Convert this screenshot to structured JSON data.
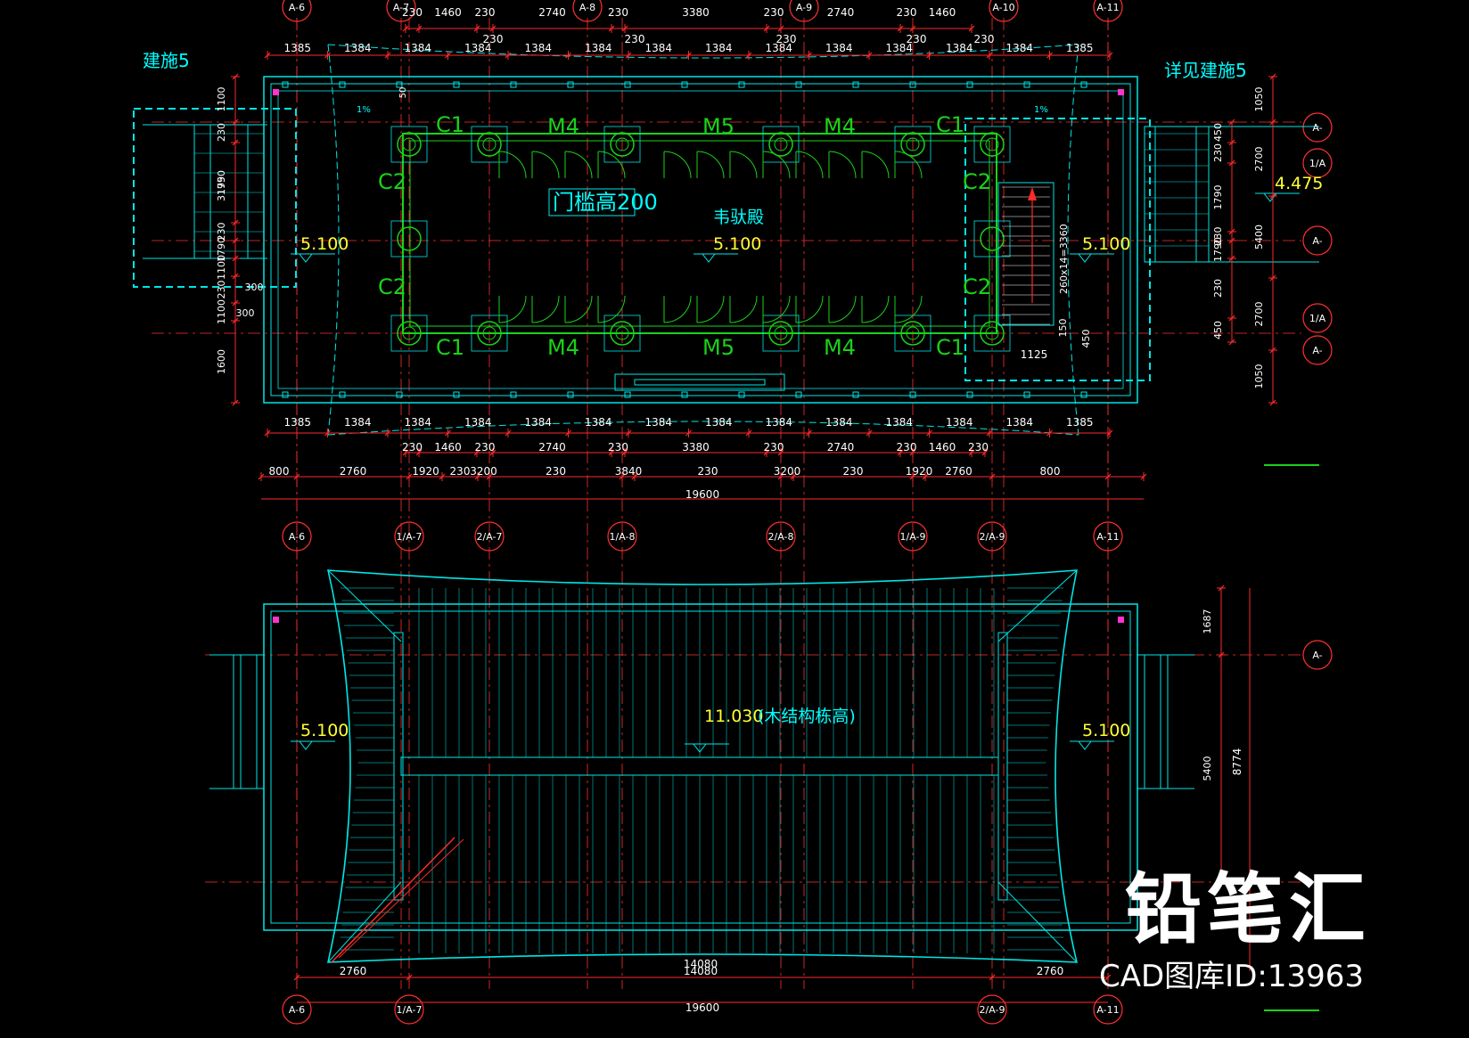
{
  "plan": {
    "hall_name": "韦驮殿",
    "threshold_note": "门槛高200",
    "ref_left": "建施5",
    "ref_right": "详见建施5",
    "stair_note": "260x14=3360",
    "roof_note": "(木结构栋高)",
    "roof_level": "11.030",
    "levels": {
      "main": "5.100",
      "left": "5.100",
      "right": "5.100",
      "outer": "4.475",
      "roof_left": "5.100",
      "roof_right": "5.100"
    },
    "columns": [
      "C1",
      "C2",
      "C2",
      "C1",
      "C1",
      "C2",
      "C2",
      "C1"
    ],
    "doors": [
      "M4",
      "M5",
      "M4",
      "M4",
      "M5",
      "M4"
    ],
    "slope": "1%"
  },
  "axes_top": [
    "A-6",
    "A-7",
    "A-8",
    "A-9",
    "A-10",
    "A-11"
  ],
  "axes_mid": [
    "A-6",
    "1/A-7",
    "2/A-7",
    "1/A-8",
    "2/A-8",
    "1/A-9",
    "2/A-9",
    "A-11"
  ],
  "axes_bottom": [
    "A-6",
    "1/A-7",
    "2/A-9",
    "A-11"
  ],
  "axes_right": [
    "A-",
    "1/A",
    "A-",
    "1/A",
    "A-",
    "A-"
  ],
  "dims": {
    "top1": [
      "230",
      "1460",
      "230",
      "2740",
      "230",
      "3380",
      "230",
      "2740",
      "230",
      "1460"
    ],
    "top2": [
      "1385",
      "1384",
      "1384",
      "1384",
      "1384",
      "1384",
      "1384",
      "1384",
      "1384",
      "1384",
      "1384",
      "1384",
      "1384",
      "1385"
    ],
    "top3": [
      "230",
      "230",
      "230",
      "230",
      "230"
    ],
    "bot1": [
      "1385",
      "1384",
      "1384",
      "1384",
      "1384",
      "1384",
      "1384",
      "1384",
      "1384",
      "1384",
      "1384",
      "1384",
      "1384",
      "1385"
    ],
    "bot2": [
      "230",
      "1460",
      "230",
      "2740",
      "230",
      "3380",
      "230",
      "2740",
      "230",
      "1460",
      "230"
    ],
    "bot3": [
      "800",
      "2760",
      "1920",
      "230",
      "3200",
      "230",
      "3840",
      "230",
      "3200",
      "230",
      "1920",
      "2760",
      "800"
    ],
    "total": "19600",
    "left": [
      "1100",
      "230",
      "1790",
      "230",
      "1790",
      "1100",
      "230",
      "1100",
      "1600"
    ],
    "left_inner": [
      "3195",
      "300",
      "300"
    ],
    "right1": [
      "450",
      "230",
      "1790",
      "230",
      "1790",
      "230",
      "450"
    ],
    "right2": [
      "1050",
      "2700",
      "5400",
      "2700",
      "1050"
    ],
    "right_small": [
      "1125",
      "150",
      "450",
      "50"
    ],
    "roof_right": [
      "1687",
      "5400",
      "8774"
    ],
    "roof_bottom": [
      "2760",
      "14080",
      "2760"
    ],
    "roof_total": "19600"
  },
  "watermark": {
    "logo": "铅笔汇",
    "id": "CAD图库ID:13963"
  },
  "colors": {
    "line": "#00e6e6",
    "dim": "#ff2a2a",
    "green": "#19d219",
    "text": "#00ffff",
    "yellow": "#ffff33",
    "grid": "#ff3030"
  }
}
